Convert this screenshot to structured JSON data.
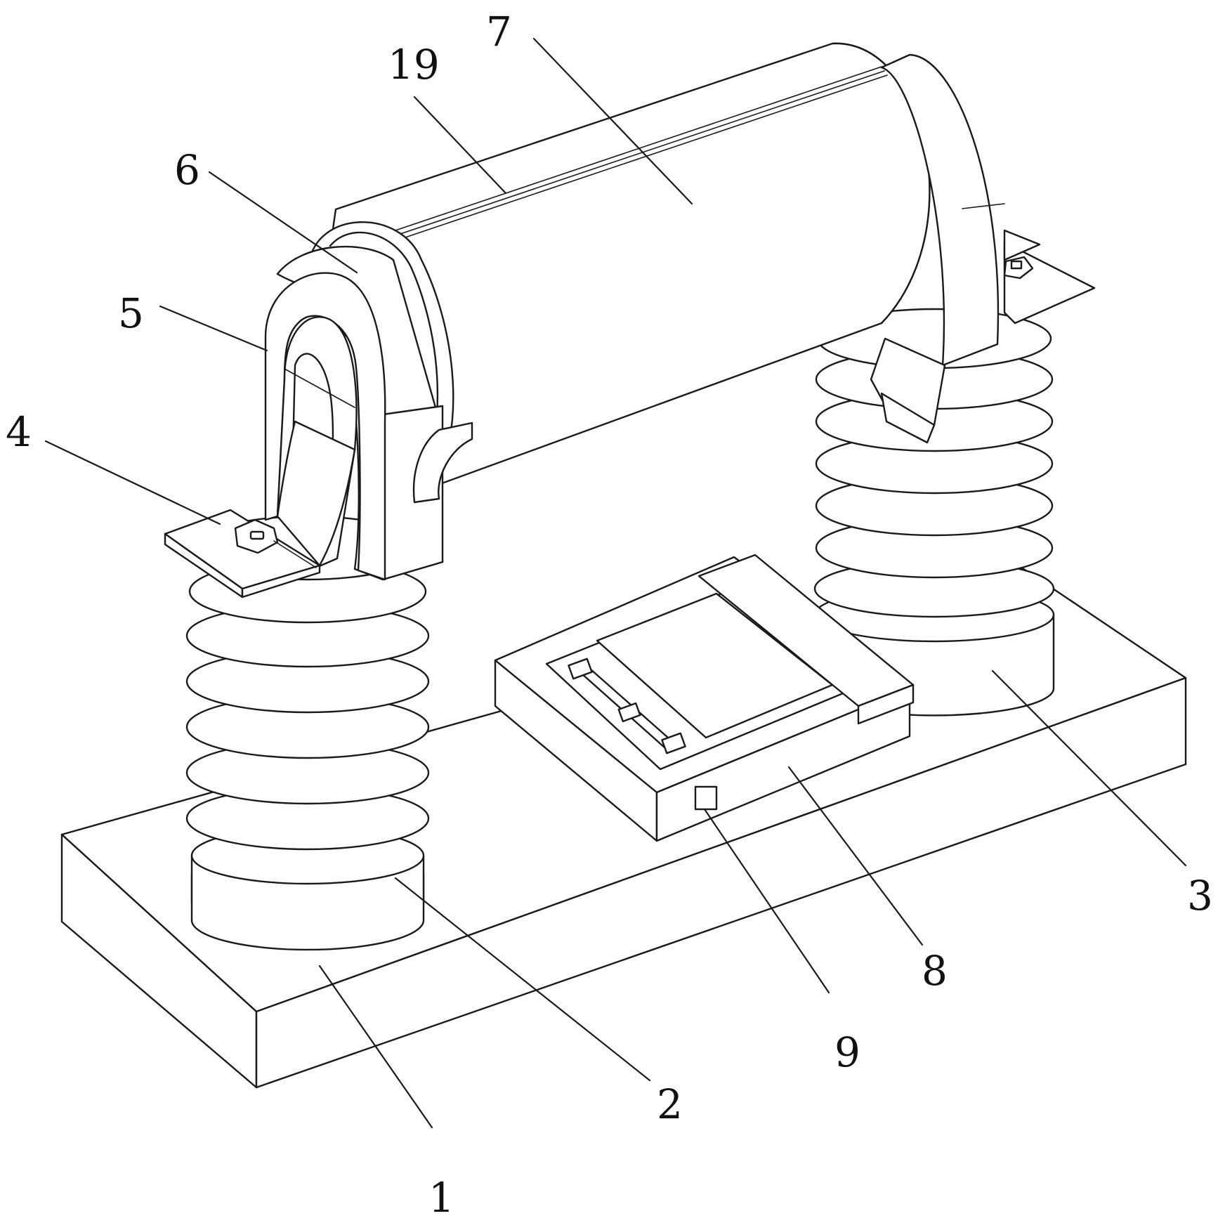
{
  "figure": {
    "stroke_color": "#1a1a1a",
    "background_color": "#ffffff"
  },
  "labels": [
    {
      "id": "1",
      "text": "1"
    },
    {
      "id": "2",
      "text": "2"
    },
    {
      "id": "3",
      "text": "3"
    },
    {
      "id": "4",
      "text": "4"
    },
    {
      "id": "5",
      "text": "5"
    },
    {
      "id": "6",
      "text": "6"
    },
    {
      "id": "7",
      "text": "7"
    },
    {
      "id": "8",
      "text": "8"
    },
    {
      "id": "9",
      "text": "9"
    },
    {
      "id": "19",
      "text": "19"
    }
  ]
}
